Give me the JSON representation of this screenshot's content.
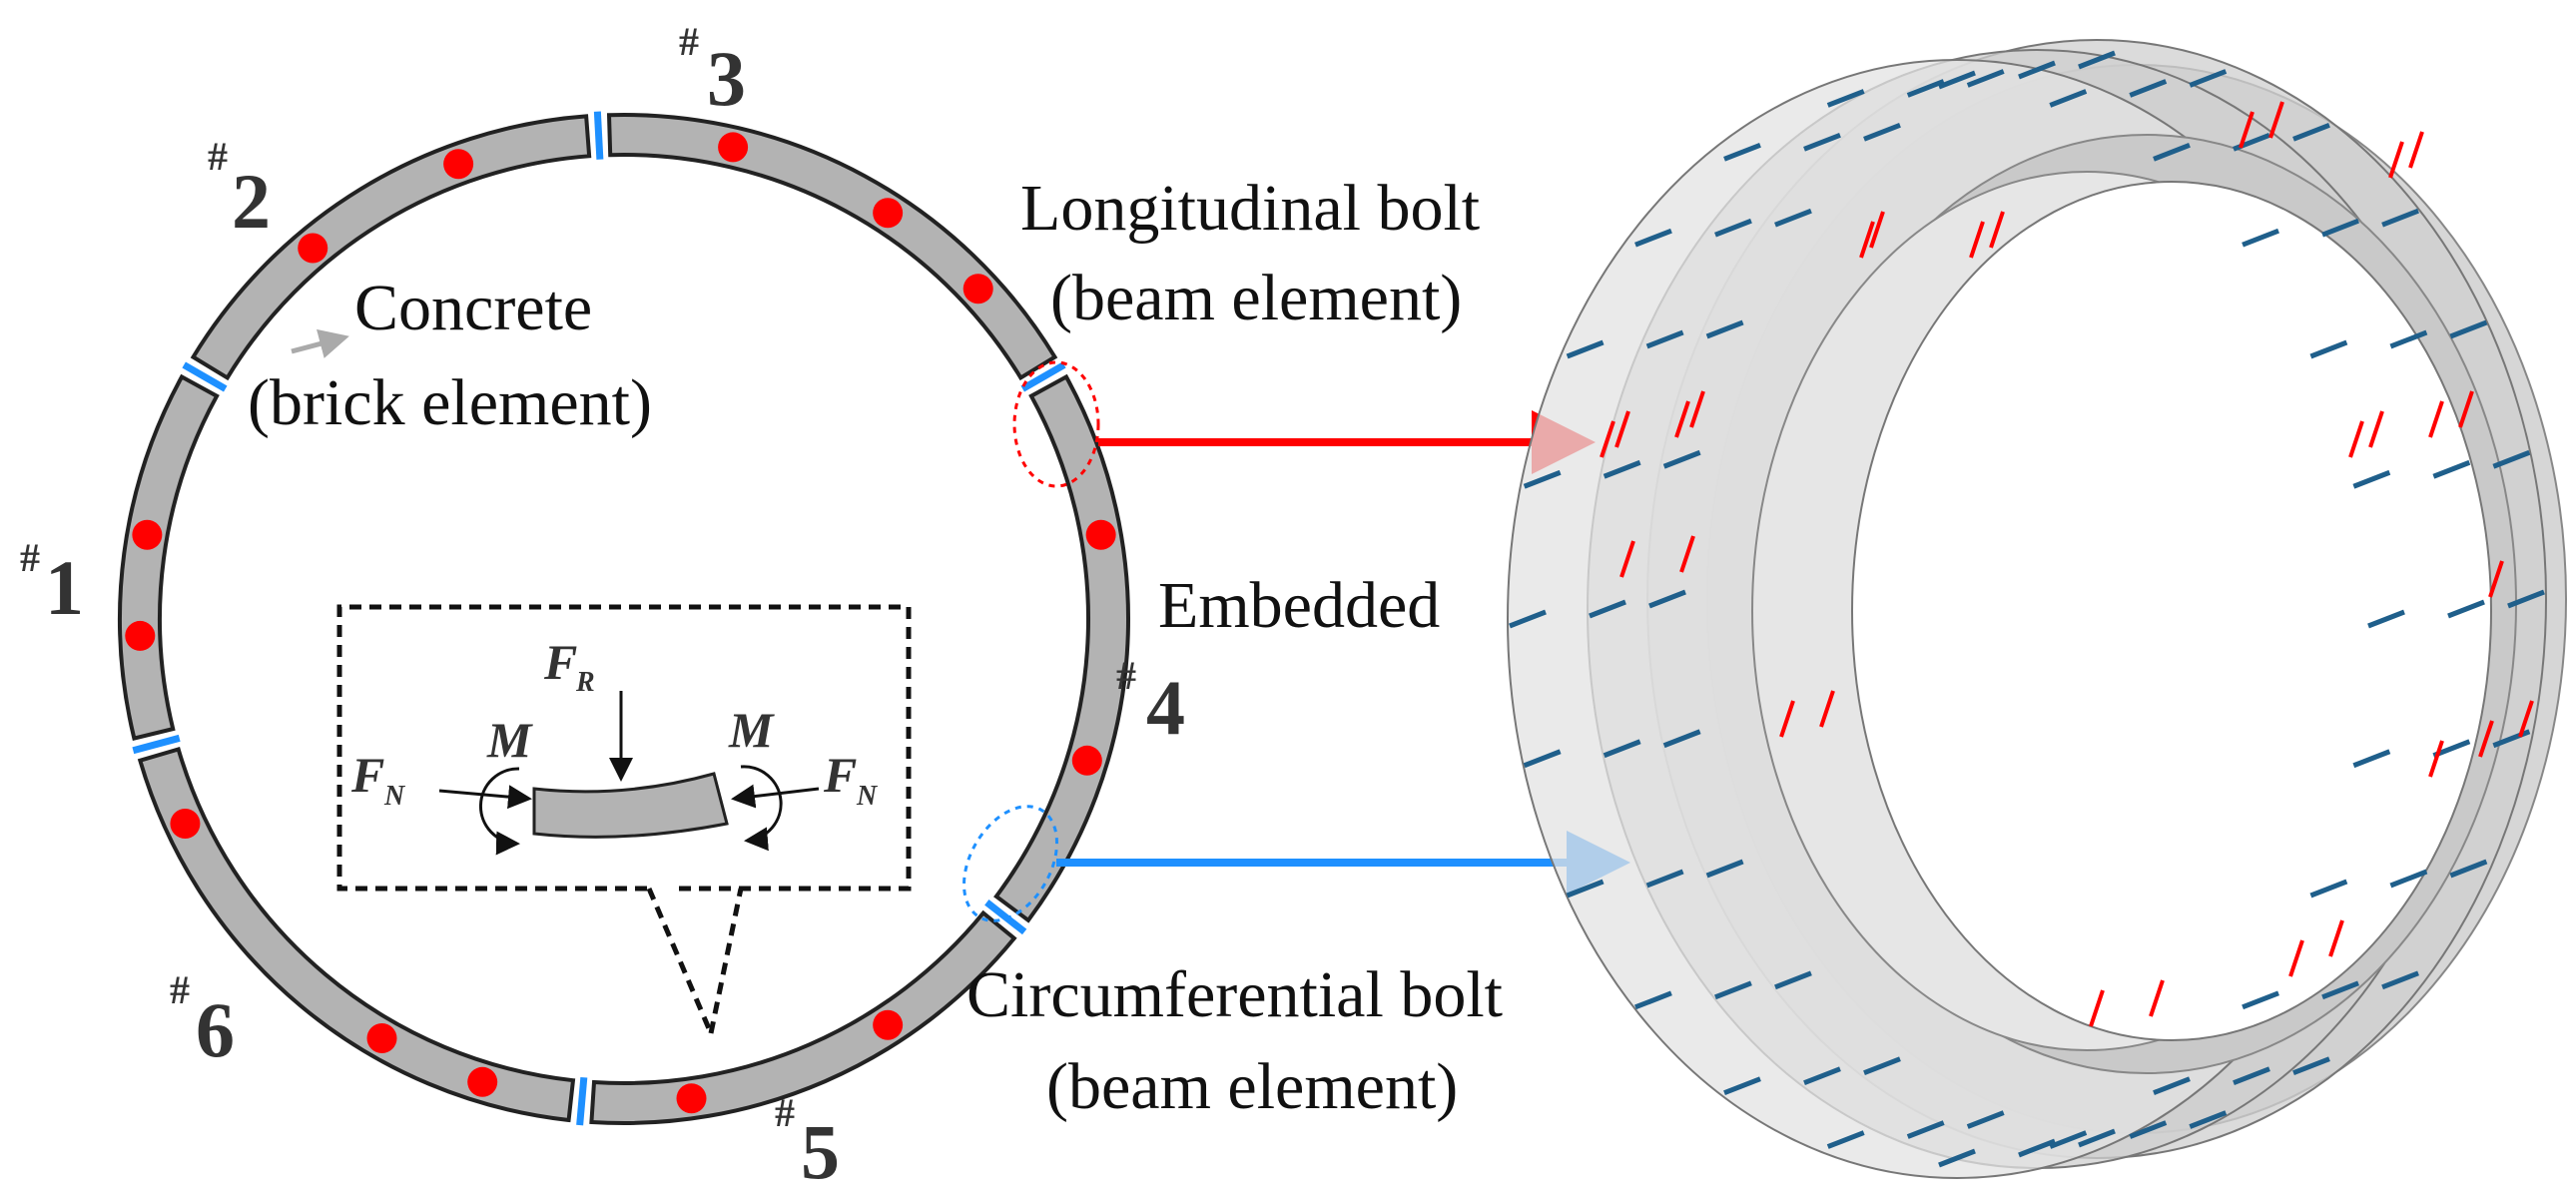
{
  "labels": {
    "concrete_line1": "Concrete",
    "concrete_line2": "(brick element)",
    "longitudinal_line1": "Longitudinal bolt",
    "longitudinal_line2": "(beam element)",
    "embedded": "Embedded",
    "circumferential_line1": "Circumferential bolt",
    "circumferential_line2": "(beam element)"
  },
  "segments": [
    {
      "hash": "#",
      "num": "1"
    },
    {
      "hash": "#",
      "num": "2"
    },
    {
      "hash": "#",
      "num": "3"
    },
    {
      "hash": "#",
      "num": "4"
    },
    {
      "hash": "#",
      "num": "5"
    },
    {
      "hash": "#",
      "num": "6"
    }
  ],
  "inset": {
    "radial_force": "F",
    "radial_sub": "R",
    "normal_force": "F",
    "normal_sub": "N",
    "moment": "M"
  },
  "colors": {
    "concrete": "#b3b3b3",
    "longitudinal_bolt": "#ff0000",
    "circumferential_bolt": "#1e90ff",
    "outline": "#222222"
  }
}
